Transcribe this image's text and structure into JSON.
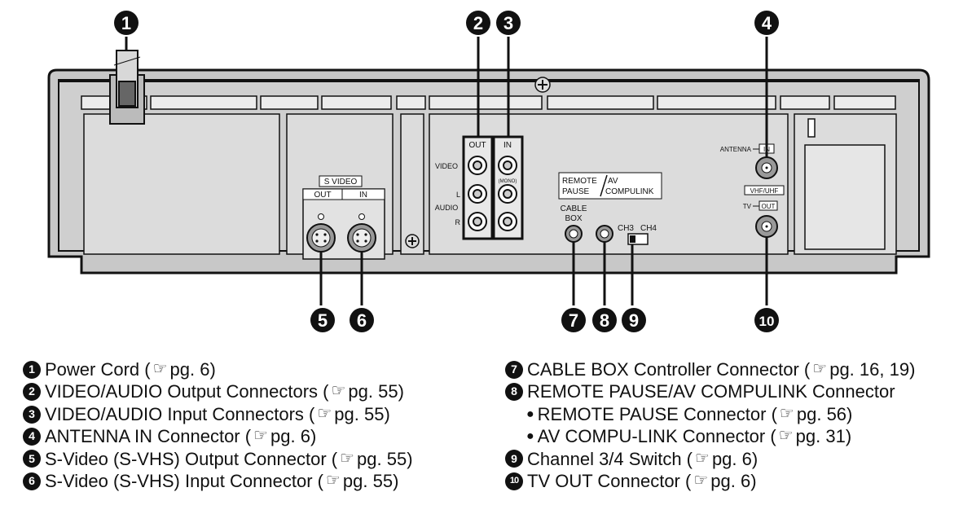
{
  "callout_numbers": [
    "1",
    "2",
    "3",
    "4",
    "5",
    "6",
    "7",
    "8",
    "9",
    "10"
  ],
  "panel_labels": {
    "out": "OUT",
    "in": "IN",
    "video": "VIDEO",
    "l": "L",
    "audio": "AUDIO",
    "r": "R",
    "mono": "(MONO)",
    "s_video": "S VIDEO",
    "s_out": "OUT",
    "s_in": "IN",
    "remote_line1": "REMOTE",
    "remote_line2": "PAUSE",
    "av_line1": "AV",
    "av_line2": "COMPULINK",
    "cable_line1": "CABLE",
    "cable_line2": "BOX",
    "ch3": "CH3",
    "ch4": "CH4",
    "antenna": "ANTENNA",
    "antenna_in": "IN",
    "vhf_uhf": "VHF/UHF",
    "tv": "TV",
    "tv_out": "OUT"
  },
  "legend": {
    "pg_prefix": "pg.",
    "hand_icon": "pointing-hand-icon",
    "left": [
      {
        "num": "1",
        "text": "Power Cord (",
        "pages": "6"
      },
      {
        "num": "2",
        "text": "VIDEO/AUDIO Output Connectors (",
        "pages": "55"
      },
      {
        "num": "3",
        "text": "VIDEO/AUDIO Input Connectors (",
        "pages": "55"
      },
      {
        "num": "4",
        "text": "ANTENNA IN Connector (",
        "pages": "6"
      },
      {
        "num": "5",
        "text": "S-Video (S-VHS) Output Connector (",
        "pages": "55"
      },
      {
        "num": "6",
        "text": "S-Video (S-VHS) Input Connector (",
        "pages": "55"
      }
    ],
    "right": [
      {
        "num": "7",
        "text": "CABLE BOX Controller Connector (",
        "pages": "16, 19"
      },
      {
        "num": "8",
        "text": "REMOTE PAUSE/AV COMPULINK Connector"
      },
      {
        "bullet": "●",
        "text": "REMOTE PAUSE Connector (",
        "pages": "56"
      },
      {
        "bullet": "●",
        "text": "AV COMPU-LINK Connector (",
        "pages": "31"
      },
      {
        "num": "9",
        "text": "Channel 3/4 Switch (",
        "pages": "6"
      },
      {
        "num": "10",
        "text": "TV OUT Connector (",
        "pages": "6"
      }
    ]
  }
}
